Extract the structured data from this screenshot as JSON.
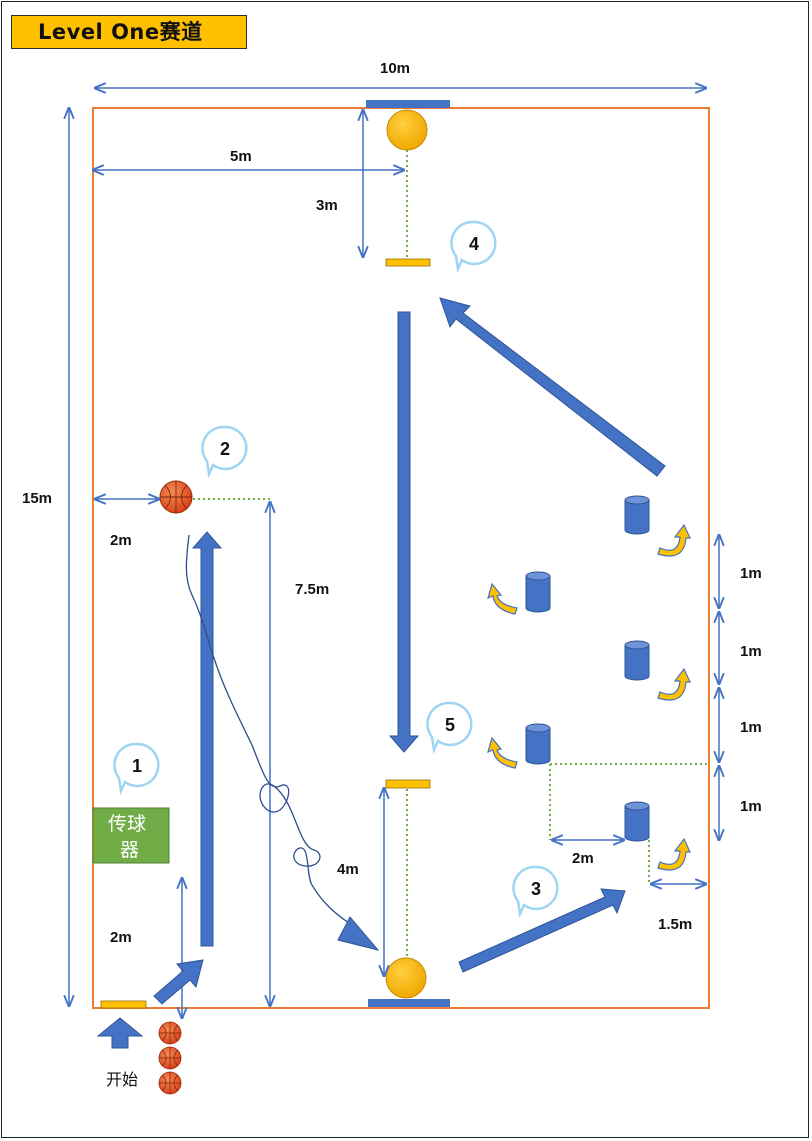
{
  "title": "Level One赛道",
  "colors": {
    "court_border": "#ED7D31",
    "arrow_blue": "#4472C4",
    "accent_yellow": "#FFC000",
    "dimension_line": "#4472C4",
    "dotted_guide": "#70AD47",
    "passer_green": "#70AD47",
    "ball_orange": "#E8562A",
    "bubble_outline": "#9DD5F2"
  },
  "dimensions": {
    "court_width": "10m",
    "court_length": "15m",
    "hoop_to_center": "5m",
    "hoop_to_line_top": "3m",
    "ball_station_offset": "2m",
    "ball_station_height": "7.5m",
    "start_run_up": "2m",
    "hoop_to_line_bottom": "4m",
    "cone_spacing_1": "1m",
    "cone_spacing_2": "1m",
    "cone_spacing_3": "1m",
    "cone_spacing_4": "1m",
    "cone_offset_x": "2m",
    "cone_offset_edge": "1.5m"
  },
  "stations": {
    "s1": "1",
    "s2": "2",
    "s3": "3",
    "s4": "4",
    "s5": "5"
  },
  "passer_label_line1": "传球",
  "passer_label_line2": "器",
  "start_label": "开始",
  "icons": {
    "ball": "basketball-icon",
    "cone": "cylinder-cone-icon",
    "turn": "curved-turn-arrow-icon",
    "hoop": "hoop-icon"
  }
}
